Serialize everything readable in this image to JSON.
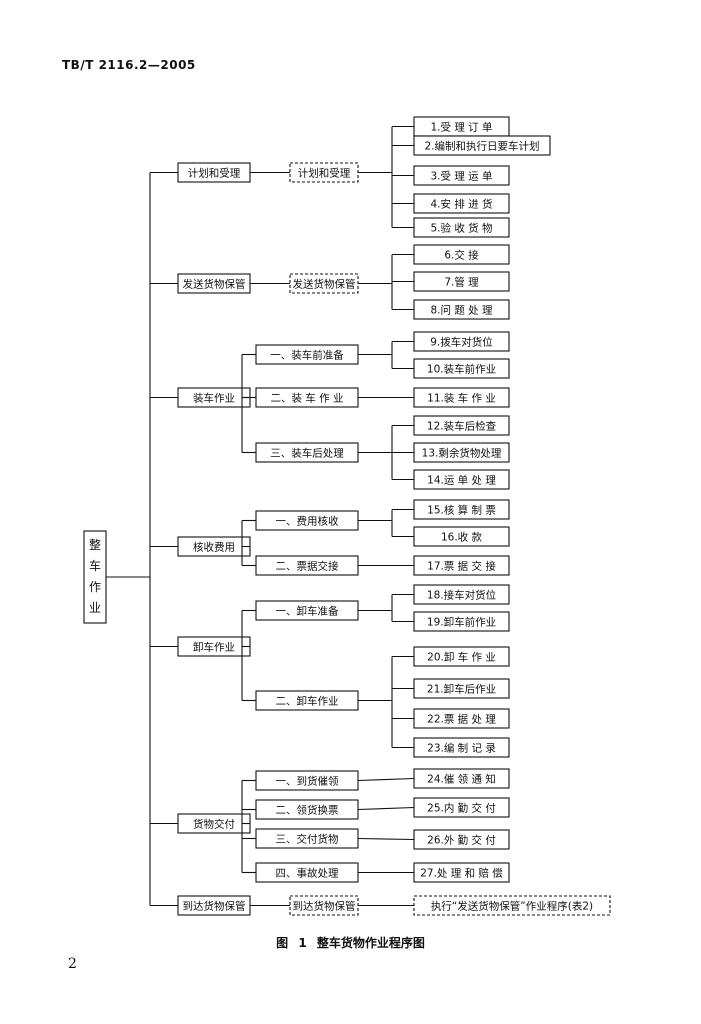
{
  "header": {
    "code": "TB/T 2116.2—2005"
  },
  "page_number": "2",
  "caption": "图 1 整车货物作业程序图",
  "root": {
    "chars": [
      "整",
      "车",
      "作",
      "业"
    ]
  },
  "level1": [
    {
      "id": "l1_0",
      "label": "计划和受理"
    },
    {
      "id": "l1_1",
      "label": "发送货物保管"
    },
    {
      "id": "l1_2",
      "label": "装车作业"
    },
    {
      "id": "l1_3",
      "label": "核收费用"
    },
    {
      "id": "l1_4",
      "label": "卸车作业"
    },
    {
      "id": "l1_5",
      "label": "货物交付"
    },
    {
      "id": "l1_6",
      "label": "到达货物保管"
    }
  ],
  "level2": [
    {
      "id": "l2_0",
      "label": "计划和受理"
    },
    {
      "id": "l2_1",
      "label": "发送货物保管"
    },
    {
      "id": "l2_2",
      "label": "一、装车前准备"
    },
    {
      "id": "l2_3",
      "label": "二、装 车 作 业"
    },
    {
      "id": "l2_4",
      "label": "三、装车后处理"
    },
    {
      "id": "l2_5",
      "label": "一、费用核收"
    },
    {
      "id": "l2_6",
      "label": "二、票据交接"
    },
    {
      "id": "l2_7",
      "label": "一、卸车准备"
    },
    {
      "id": "l2_8",
      "label": "二、卸车作业"
    },
    {
      "id": "l2_9",
      "label": "一、到货催领"
    },
    {
      "id": "l2_10",
      "label": "二、领货换票"
    },
    {
      "id": "l2_11",
      "label": "三、交付货物"
    },
    {
      "id": "l2_12",
      "label": "四、事故处理"
    },
    {
      "id": "l2_13",
      "label": "到达货物保管"
    }
  ],
  "level3": [
    {
      "id": "l3_0",
      "label": "1.受 理 订 单"
    },
    {
      "id": "l3_1",
      "label": "2.编制和执行日要车计划"
    },
    {
      "id": "l3_2",
      "label": "3.受 理 运 单"
    },
    {
      "id": "l3_3",
      "label": "4.安 排 进 货"
    },
    {
      "id": "l3_4",
      "label": "5.验 收 货 物"
    },
    {
      "id": "l3_5",
      "label": "6.交 接"
    },
    {
      "id": "l3_6",
      "label": "7.管 理"
    },
    {
      "id": "l3_7",
      "label": "8.问 题 处 理"
    },
    {
      "id": "l3_8",
      "label": "9.拨车对货位"
    },
    {
      "id": "l3_9",
      "label": "10.装车前作业"
    },
    {
      "id": "l3_10",
      "label": "11.装 车 作 业"
    },
    {
      "id": "l3_11",
      "label": "12.装车后检查"
    },
    {
      "id": "l3_12",
      "label": "13.剩余货物处理"
    },
    {
      "id": "l3_13",
      "label": "14.运 单 处 理"
    },
    {
      "id": "l3_14",
      "label": "15.核 算 制 票"
    },
    {
      "id": "l3_15",
      "label": "16.收 款"
    },
    {
      "id": "l3_16",
      "label": "17.票 据 交 接"
    },
    {
      "id": "l3_17",
      "label": "18.接车对货位"
    },
    {
      "id": "l3_18",
      "label": "19.卸车前作业"
    },
    {
      "id": "l3_19",
      "label": "20.卸 车 作 业"
    },
    {
      "id": "l3_20",
      "label": "21.卸车后作业"
    },
    {
      "id": "l3_21",
      "label": "22.票 据 处 理"
    },
    {
      "id": "l3_22",
      "label": "23.编 制 记 录"
    },
    {
      "id": "l3_23",
      "label": "24.催 领 通 知"
    },
    {
      "id": "l3_24",
      "label": "25.内 勤 交 付"
    },
    {
      "id": "l3_25",
      "label": "26.外 勤 交 付"
    },
    {
      "id": "l3_26",
      "label": "27.处 理 和 赔 偿"
    },
    {
      "id": "l3_27",
      "label": "执行“发送货物保管”作业程序(表2)"
    }
  ]
}
